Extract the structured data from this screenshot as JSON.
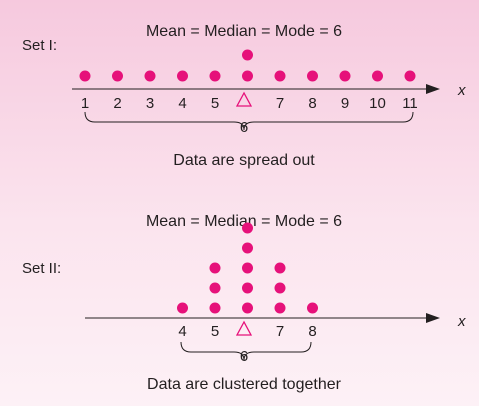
{
  "colors": {
    "dot": "#e6117a",
    "axis": "#231f20",
    "marker": "#e6117a"
  },
  "set1": {
    "label": "Set I:",
    "heading": "Mean = Median = Mode = 6",
    "values": [
      1,
      2,
      3,
      4,
      5,
      6,
      6,
      7,
      8,
      9,
      10,
      11
    ],
    "ticks": [
      "1",
      "2",
      "3",
      "4",
      "5",
      "7",
      "8",
      "9",
      "10",
      "11"
    ],
    "center_value": "6",
    "brace_value": "6",
    "axis_var": "x",
    "caption": "Data are spread out"
  },
  "set2": {
    "label": "Set II:",
    "heading": "Mean = Median = Mode = 6",
    "values": [
      4,
      5,
      5,
      5,
      6,
      6,
      6,
      6,
      6,
      7,
      7,
      7,
      8
    ],
    "ticks": [
      "4",
      "5",
      "7",
      "8"
    ],
    "center_value": "6",
    "brace_value": "6",
    "axis_var": "x",
    "caption": "Data are clustered together"
  }
}
